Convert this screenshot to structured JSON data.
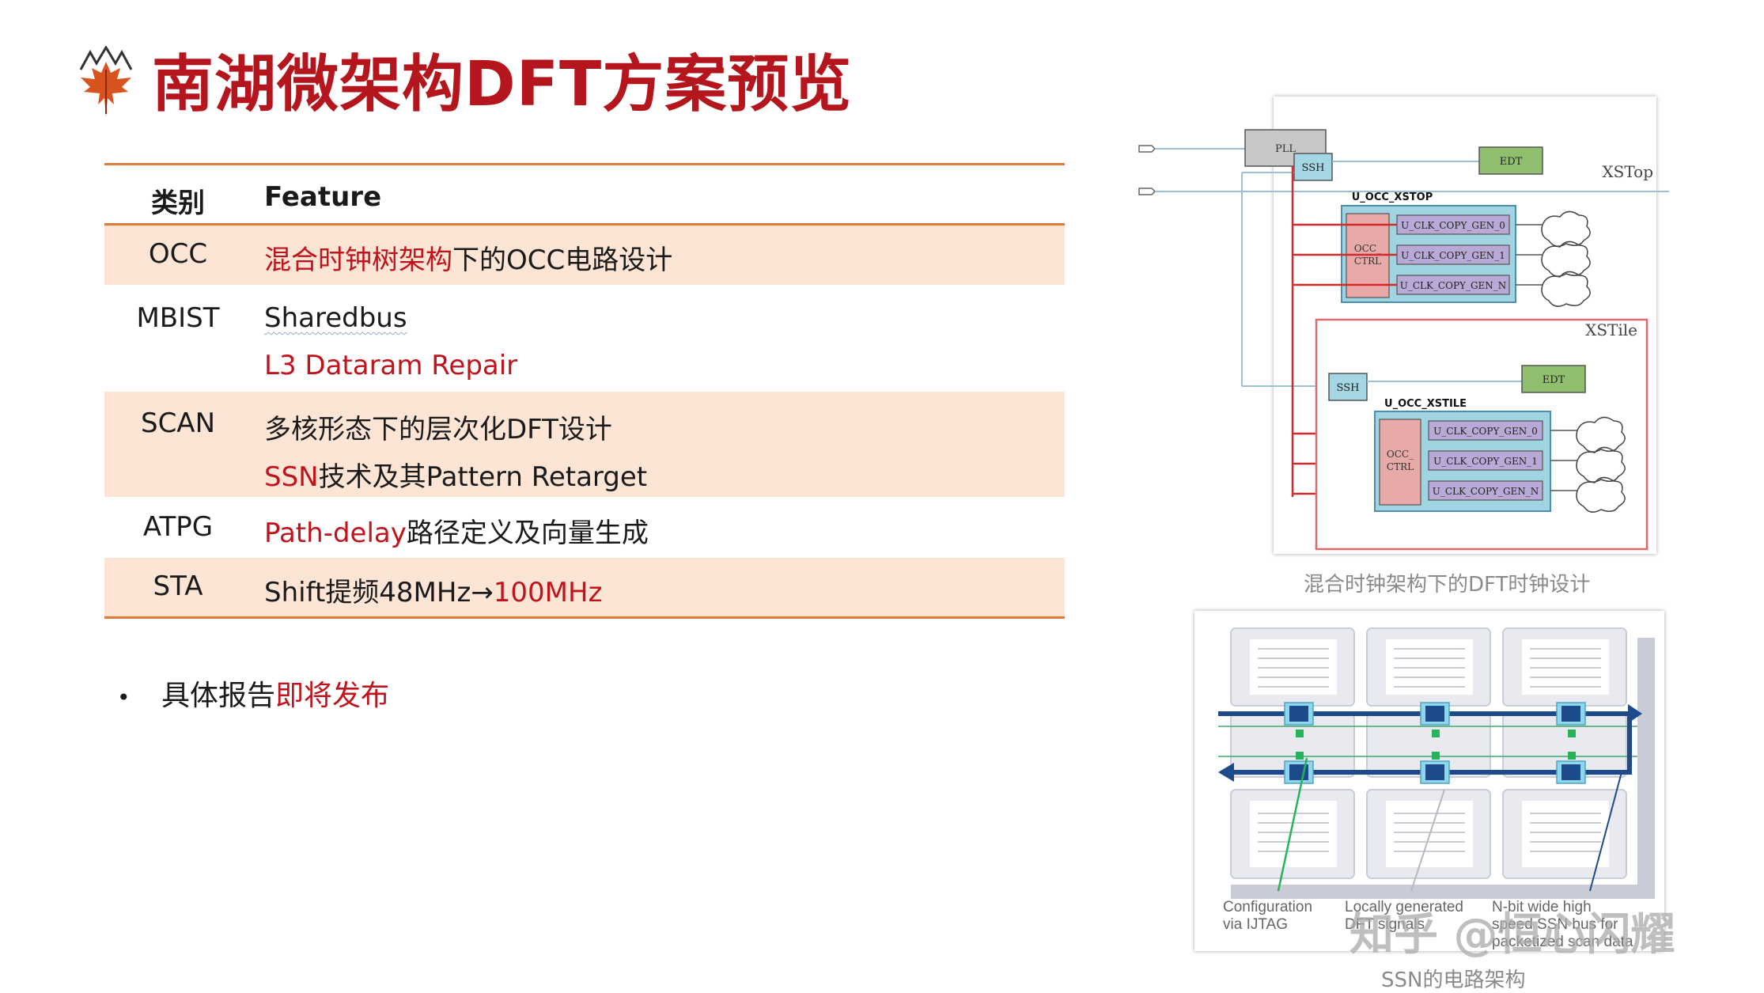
{
  "title": "南湖微架构DFT方案预览",
  "table": {
    "header": {
      "category": "类别",
      "feature": "Feature"
    },
    "rows": [
      {
        "category": "OCC",
        "lines": [
          [
            {
              "text": "混合时钟树架构",
              "red": true
            },
            {
              "text": "下的OCC电路设计",
              "red": false
            }
          ]
        ]
      },
      {
        "category": "MBIST",
        "lines": [
          [
            {
              "text": "Sharedbus",
              "red": false
            }
          ],
          [
            {
              "text": "L3 Dataram Repair",
              "red": true
            }
          ]
        ]
      },
      {
        "category": "SCAN",
        "lines": [
          [
            {
              "text": "多核形态下的层次化DFT设计",
              "red": false
            }
          ],
          [
            {
              "text": "SSN",
              "red": true
            },
            {
              "text": "技术及其Pattern Retarget",
              "red": false
            }
          ]
        ]
      },
      {
        "category": "ATPG",
        "lines": [
          [
            {
              "text": "Path-delay",
              "red": true
            },
            {
              "text": "路径定义及向量生成",
              "red": false
            }
          ]
        ]
      },
      {
        "category": "STA",
        "lines": [
          [
            {
              "text": "Shift提频48MHz→",
              "red": false
            },
            {
              "text": "100MHz",
              "red": true
            }
          ]
        ]
      }
    ]
  },
  "bullet": {
    "dot": "•",
    "normal": "具体报告",
    "red": "即将发布"
  },
  "figure1": {
    "caption": "混合时钟架构下的DFT时钟设计",
    "xstop_label": "XSTop",
    "xstile_label": "XSTile",
    "pll": "PLL",
    "ssh": "SSH",
    "edt": "EDT",
    "occ_xstop": "U_OCC_XSTOP",
    "occ_xstile": "U_OCC_XSTILE",
    "occ_ctrl": [
      "OCC_",
      "CTRL"
    ],
    "gen_labels": [
      "U_CLK_COPY_GEN_0",
      "U_CLK_COPY_GEN_1",
      "U_CLK_COPY_GEN_N"
    ]
  },
  "figure2": {
    "caption": "SSN的电路架构",
    "labels": {
      "config": [
        "Configuration",
        "via IJTAG"
      ],
      "local": [
        "Locally generated",
        "DFT signals"
      ],
      "nbit": [
        "N-bit wide high",
        "speed SSN bus for",
        "packetized scan data"
      ]
    }
  },
  "watermark": "知乎 @恒心闪耀",
  "colors": {
    "title_red": "#b5161e",
    "accent_orange": "#e07b3a",
    "row_shade": "#fce5d5",
    "red_text": "#c0141c"
  }
}
